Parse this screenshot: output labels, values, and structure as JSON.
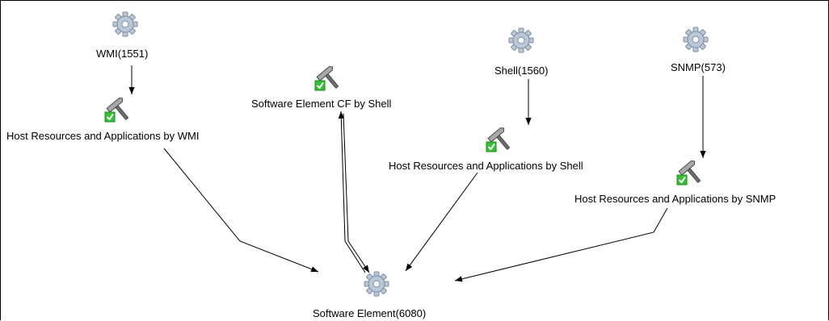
{
  "colors": {
    "background": "#ffffff",
    "edge": "#000000",
    "gear": "#b9c7d6",
    "check": "#33c033"
  },
  "nodes": [
    {
      "id": "wmi",
      "type": "gear",
      "label": "WMI(1551)"
    },
    {
      "id": "shell",
      "type": "gear",
      "label": "Shell(1560)"
    },
    {
      "id": "snmp",
      "type": "gear",
      "label": "SNMP(573)"
    },
    {
      "id": "hr-wmi",
      "type": "adapter",
      "label": "Host Resources and Applications by WMI"
    },
    {
      "id": "sw-cf-shell",
      "type": "adapter",
      "label": "Software Element CF by Shell"
    },
    {
      "id": "hr-shell",
      "type": "adapter",
      "label": "Host Resources and Applications by Shell"
    },
    {
      "id": "hr-snmp",
      "type": "adapter",
      "label": "Host Resources and Applications by SNMP"
    },
    {
      "id": "sw-element",
      "type": "gear",
      "label": "Software Element(6080)"
    }
  ],
  "edges": [
    {
      "from": "wmi",
      "to": "hr-wmi"
    },
    {
      "from": "shell",
      "to": "hr-shell"
    },
    {
      "from": "snmp",
      "to": "hr-snmp"
    },
    {
      "from": "hr-wmi",
      "to": "sw-element"
    },
    {
      "from": "sw-cf-shell",
      "to": "sw-element"
    },
    {
      "from": "sw-element",
      "to": "sw-cf-shell"
    },
    {
      "from": "hr-shell",
      "to": "sw-element"
    },
    {
      "from": "hr-snmp",
      "to": "sw-element"
    }
  ]
}
